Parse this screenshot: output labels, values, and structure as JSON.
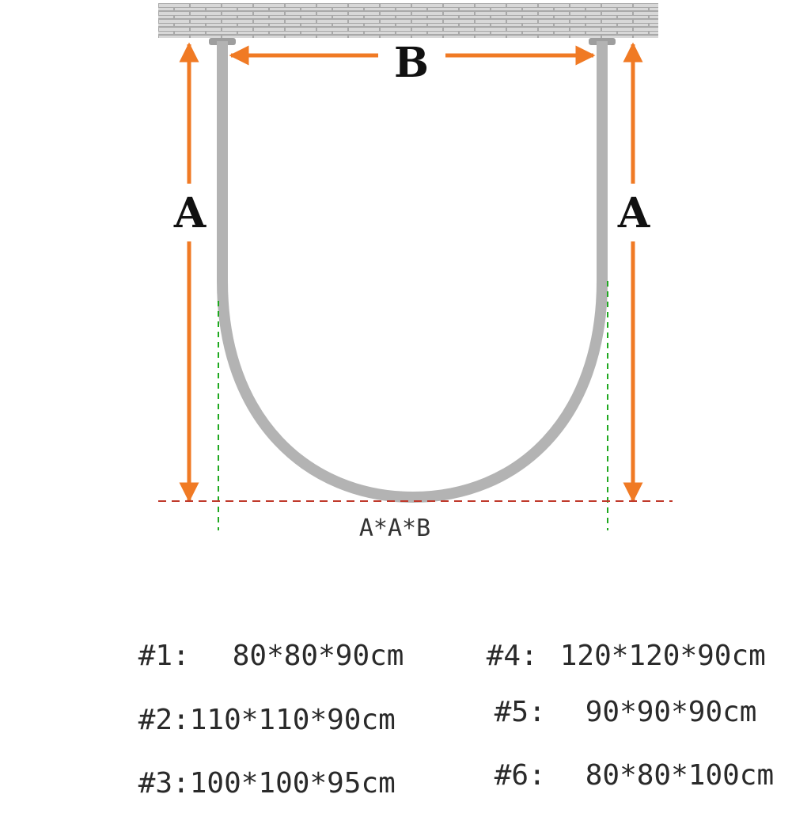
{
  "diagram": {
    "label_a": "A",
    "label_b": "B",
    "formula": "A*A*B",
    "colors": {
      "rod": "#b3b3b3",
      "arrow": "#f07a24",
      "wall": "#a9a9a9",
      "baseline": "#c0392b",
      "guide": "#1fa81f"
    }
  },
  "sizes": [
    {
      "tag": "#1:",
      "value": "80*80*90cm"
    },
    {
      "tag": "#2:",
      "value": "110*110*90cm"
    },
    {
      "tag": "#3:",
      "value": "100*100*95cm"
    },
    {
      "tag": "#4:",
      "value": "120*120*90cm"
    },
    {
      "tag": "#5:",
      "value": "90*90*90cm"
    },
    {
      "tag": "#6:",
      "value": "80*80*100cm"
    }
  ]
}
